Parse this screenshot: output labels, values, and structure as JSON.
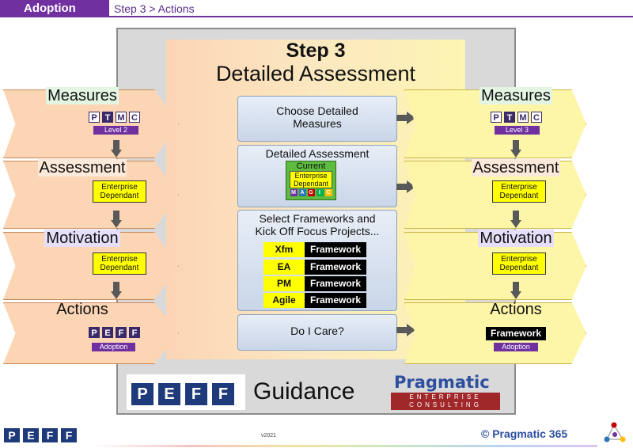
{
  "header": {
    "section": "Adoption",
    "breadcrumb": "Step 3 > Actions"
  },
  "center": {
    "step": "Step 3",
    "subtitle": "Detailed Assessment"
  },
  "left_column": {
    "measures": {
      "title": "Measures",
      "letters": [
        "P",
        "T",
        "M",
        "C"
      ],
      "badge": "Level 2"
    },
    "assessment": {
      "title": "Assessment",
      "tag": [
        "Enterprise",
        "Dependant"
      ]
    },
    "motivation": {
      "title": "Motivation",
      "tag": [
        "Enterprise",
        "Dependant"
      ]
    },
    "actions": {
      "title": "Actions",
      "letters": [
        "P",
        "E",
        "F",
        "F"
      ],
      "badge": "Adoption"
    }
  },
  "middle_column": {
    "choose": {
      "line1": "Choose Detailed",
      "line2": "Measures"
    },
    "detailed": {
      "title": "Detailed Assessment",
      "current": "Current",
      "ent1": "Enterprise",
      "ent2": "Dependant",
      "magic": [
        "M",
        "A",
        "G",
        "I",
        "C"
      ]
    },
    "select": {
      "line1": "Select Frameworks and",
      "line2": "Kick Off Focus Projects...",
      "frameworks": [
        {
          "name": "Xfm",
          "tag": "Framework"
        },
        {
          "name": "EA",
          "tag": "Framework"
        },
        {
          "name": "PM",
          "tag": "Framework"
        },
        {
          "name": "Agile",
          "tag": "Framework"
        }
      ]
    },
    "care": {
      "label": "Do I Care?"
    }
  },
  "right_column": {
    "measures": {
      "title": "Measures",
      "letters": [
        "P",
        "T",
        "M",
        "C"
      ],
      "badge": "Level 3"
    },
    "assessment": {
      "title": "Assessment",
      "tag": [
        "Enterprise",
        "Dependant"
      ]
    },
    "motivation": {
      "title": "Motivation",
      "tag": [
        "Enterprise",
        "Dependant"
      ]
    },
    "actions": {
      "title": "Actions",
      "framework": "Framework",
      "badge": "Adoption"
    }
  },
  "footer": {
    "peff_big": [
      "P",
      "E",
      "F",
      "F"
    ],
    "guidance": "Guidance",
    "brand": "Pragmatic",
    "brand_sub1": "ENTERPRISE",
    "brand_sub2": "CONSULTING",
    "peff_small": [
      "P",
      "E",
      "F",
      "F"
    ],
    "version": "v2021",
    "copyright": "© Pragmatic 365"
  },
  "colors": {
    "purple": "#7030a0",
    "left_fill": "#fcd5b5",
    "right_fill": "#fdf6a8",
    "mid_blue": "#c9d6e8",
    "brand_red": "#a0282a"
  }
}
